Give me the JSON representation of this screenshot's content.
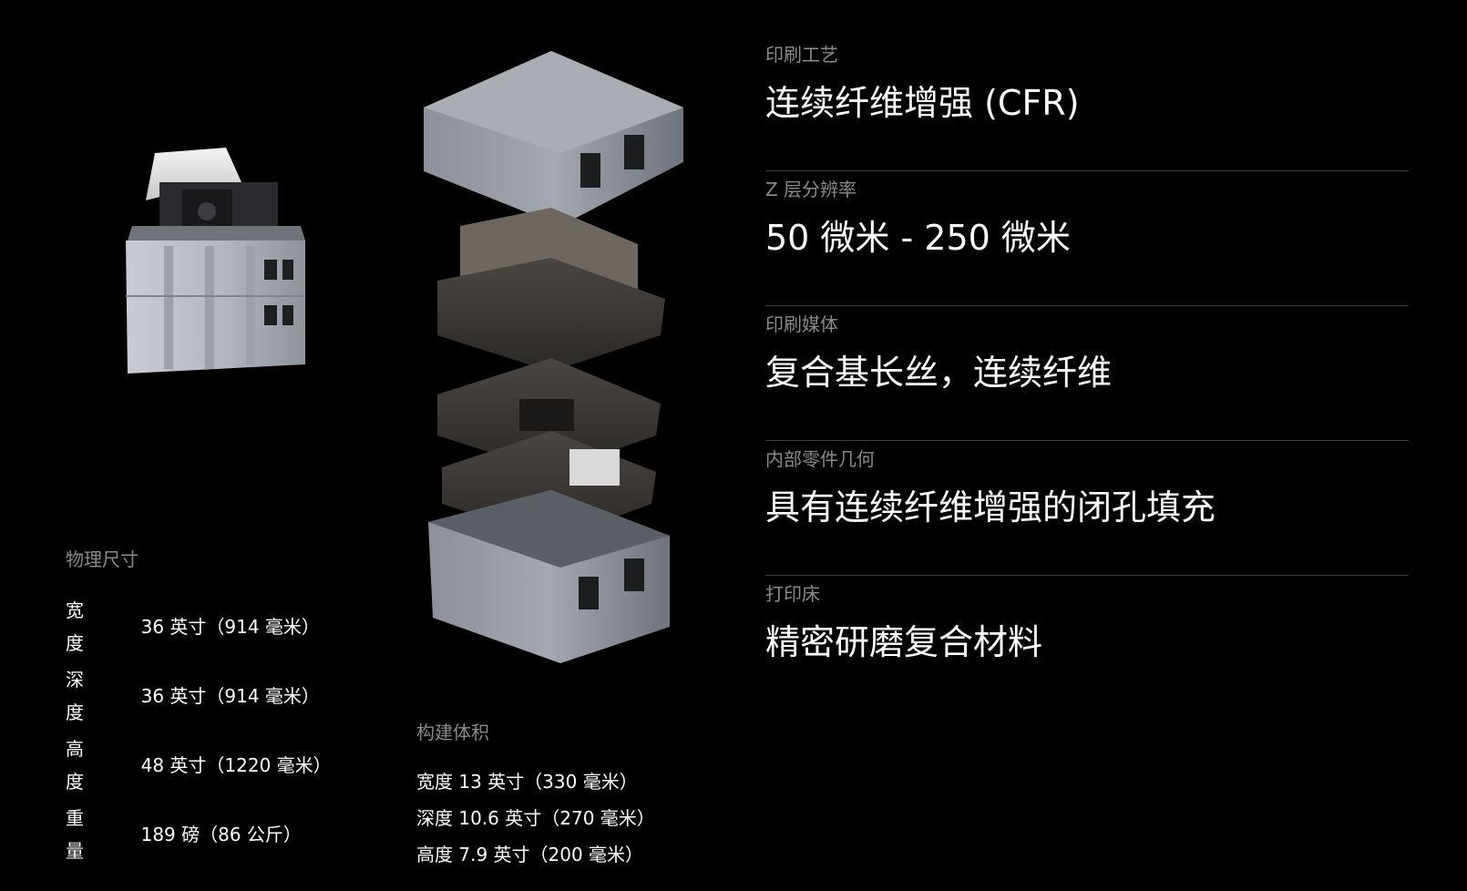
{
  "physical": {
    "label": "物理尺寸",
    "rows": [
      {
        "key": "宽度",
        "value": "36 英寸（914 毫米）"
      },
      {
        "key": "深度",
        "value": "36 英寸（914 毫米）"
      },
      {
        "key": "高度",
        "value": "48 英寸（1220 毫米）"
      },
      {
        "key": "重量",
        "value": "189 磅（86 公斤）"
      }
    ]
  },
  "build_volume": {
    "label": "构建体积",
    "items": [
      "宽度 13 英寸（330 毫米）",
      "深度 10.6 英寸（270 毫米）",
      "高度 7.9 英寸（200 毫米）"
    ]
  },
  "specs": [
    {
      "label": "印刷工艺",
      "value": "连续纤维增强 (CFR)"
    },
    {
      "label": "Z 层分辨率",
      "value": "50 微米 - 250 微米"
    },
    {
      "label": "印刷媒体",
      "value": "复合基长丝，连续纤维"
    },
    {
      "label": "内部零件几何",
      "value": "具有连续纤维增强的闭孔填充"
    },
    {
      "label": "打印床",
      "value": "精密研磨复合材料"
    }
  ],
  "colors": {
    "background": "#000000",
    "label": "#8a8a8a",
    "text": "#ffffff",
    "divider": "#3c3c3c"
  }
}
